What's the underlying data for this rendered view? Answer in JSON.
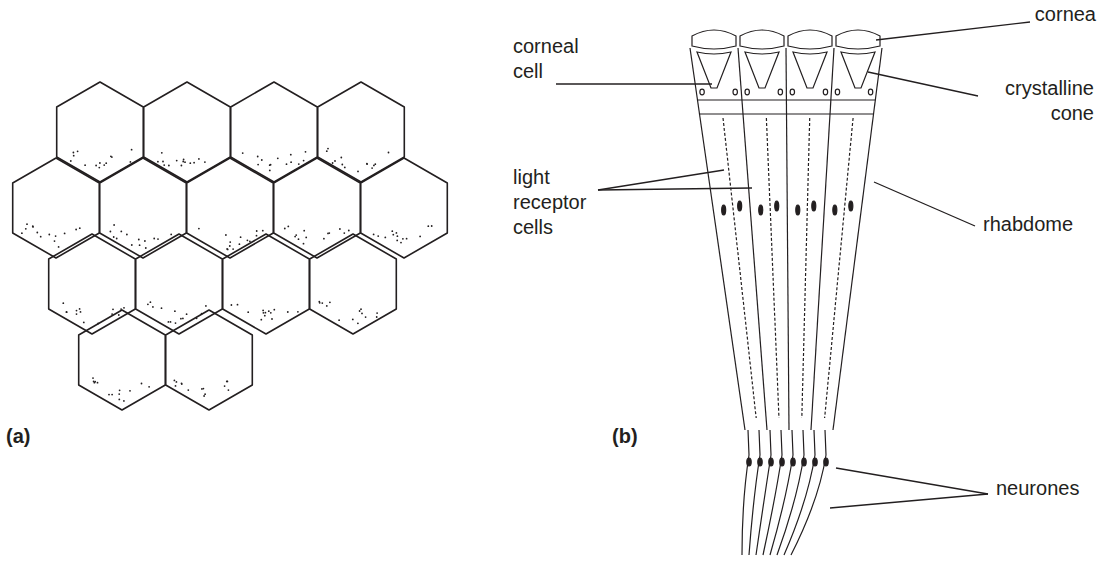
{
  "diagram": {
    "labels": [
      "(a)",
      "(b)",
      "corneal cell",
      "light receptor cells",
      "cornea",
      "crystalline cone",
      "rhabdome",
      "neurones"
    ]
  }
}
